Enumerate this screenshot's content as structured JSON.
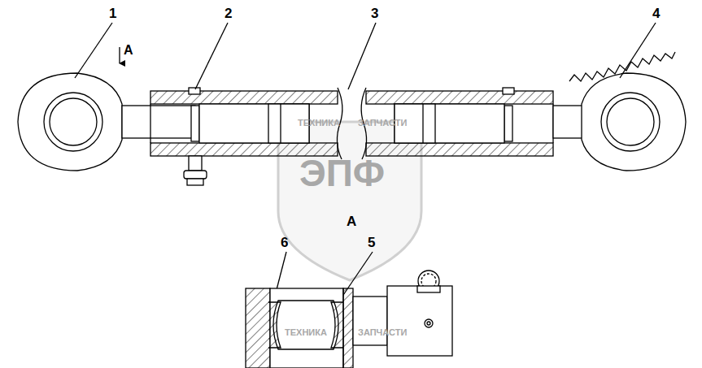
{
  "diagram": {
    "labels": [
      "1",
      "2",
      "3",
      "4",
      "A",
      "A",
      "6",
      "5",
      "ТЕХНИКА",
      "ЗАПЧАСТИ",
      "ЭПФ",
      "ТЕХНИКА",
      "ЗАПЧАСТИ"
    ]
  }
}
